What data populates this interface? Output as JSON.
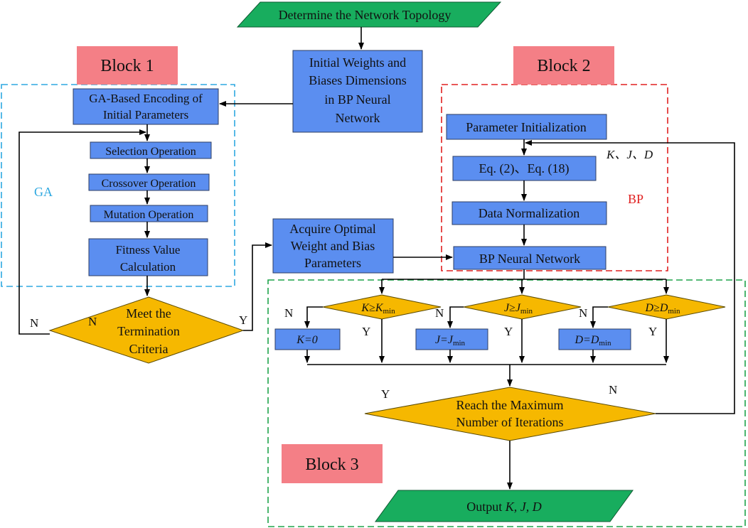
{
  "start": "Determine the Network Topology",
  "init_weights": [
    "Initial Weights and",
    "Biases Dimensions",
    "in BP Neural",
    "Network"
  ],
  "block1": "Block 1",
  "block2": "Block 2",
  "block3": "Block 3",
  "ga_label": "GA",
  "bp_label": "BP",
  "ga_encoding": [
    "GA-Based Encoding of",
    "Initial Parameters"
  ],
  "selection": "Selection Operation",
  "crossover": "Crossover Operation",
  "mutation": "Mutation Operation",
  "fitness": [
    "Fitness Value",
    "Calculation"
  ],
  "termination": [
    "Meet the",
    "Termination",
    "Criteria"
  ],
  "acquire_optimal": [
    "Acquire Optimal",
    "Weight and Bias",
    "Parameters"
  ],
  "param_init": "Parameter Initialization",
  "eq": "Eq. (2)、Eq. (18)",
  "normalization": "Data Normalization",
  "bp_network": "BP Neural Network",
  "kjd_feedback": "K、J、D",
  "cond_k": "K≥K",
  "cond_j": "J≥J",
  "cond_d": "D≥D",
  "sub_min": "min",
  "k_zero": "K=0",
  "j_set": "J=J",
  "d_set": "D=D",
  "max_iter": [
    "Reach the Maximum",
    "Number of Iterations"
  ],
  "output_prefix": "Output ",
  "output_vars": "K, J, D",
  "lbl_n": "N",
  "lbl_y": "Y",
  "colors": {
    "process": "#5b8ef0",
    "decision": "#f6b800",
    "terminal": "#18ad5e",
    "block_label": "#f47f86",
    "ga_border": "#2ea8e0",
    "bp_border": "#e02020",
    "block3_border": "#1ea34a"
  }
}
